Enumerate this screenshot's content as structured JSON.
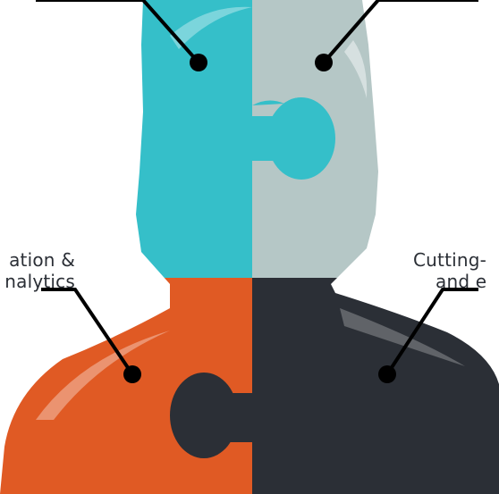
{
  "colors": {
    "teal": "#35bfc9",
    "gray": "#b5c7c6",
    "orange": "#e05a24",
    "dark": "#2b2f36",
    "connector": "#000000"
  },
  "labels": {
    "bottom_left": {
      "line1": "ation &",
      "line2": "nalytics"
    },
    "bottom_right": {
      "line1": "Cutting-",
      "line2": "and e"
    }
  }
}
